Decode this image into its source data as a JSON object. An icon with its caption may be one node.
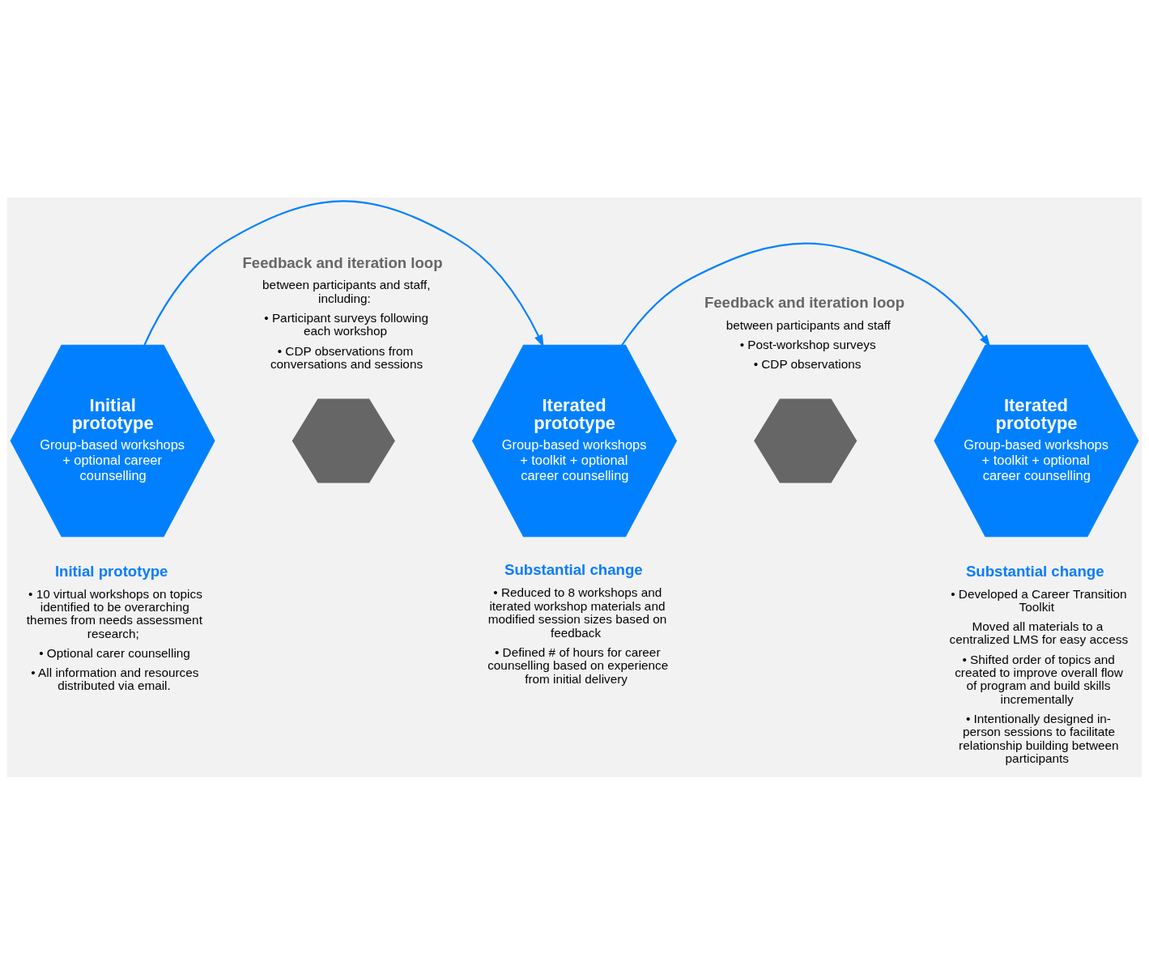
{
  "diagram": {
    "nodes": [
      {
        "text": [
          "Initial prototype",
          "Group-based workshops + optional career counselling"
        ],
        "beside": [
          "Initial prototype",
          "• 10 virtual workshops on topics identified to be overarching themes from needs assessment research;",
          "• Optional carer counselling",
          "• All information and resources distributed via email."
        ]
      },
      {
        "text": [],
        "shape": "hexagon",
        "beside": [
          "Feedback and iteration loop",
          "between participants and staff, including:",
          "• Participant surveys following each workshop",
          "• CDP observations from conversations and sessions"
        ]
      },
      {
        "text": [
          "Iterated prototype",
          "Group-based workshops + toolkit + optional career counselling"
        ],
        "beside": [
          "Substantial change",
          "• Reduced to 8 workshops and iterated workshop materials and modified session sizes based on feedback",
          "• Defined # of hours for career counselling based on experience from initial delivery"
        ]
      },
      {
        "text": [],
        "shape": "hexagon",
        "beside": [
          "Feedback and iteration loop",
          "between participants and staff",
          "• Post-workshop surveys",
          "• CDP observations"
        ]
      },
      {
        "text": [
          "Iterated prototype",
          "Group-based workshops + toolkit + optional career counselling"
        ],
        "beside": [
          "Substantial change",
          "• Developed a Career Transition Toolkit",
          "Moved all materials to a centralized LMS for easy access",
          "• Shifted order of topics and created to improve overall flow of program and build skills incrementally",
          "• Intentionally designed in-person sessions to facilitate relationship building between participants"
        ]
      }
    ],
    "edges": [
      {
        "from": 0,
        "to": 2,
        "arrow": "to"
      },
      {
        "from": 2,
        "to": 4,
        "arrow": "to"
      }
    ]
  }
}
